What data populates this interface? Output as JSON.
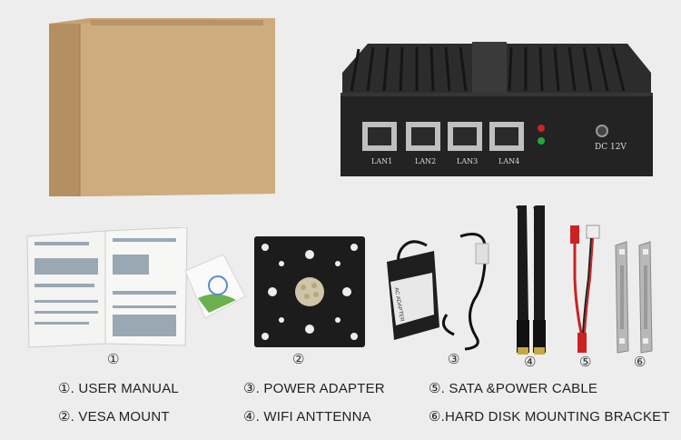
{
  "device": {
    "ports": [
      "LAN1",
      "LAN2",
      "LAN3",
      "LAN4"
    ],
    "dc_label": "DC 12V"
  },
  "items": {
    "manual_num": "①",
    "vesa_num": "②",
    "adapter_num": "③",
    "antenna_num": "④",
    "sata_num": "⑤",
    "bracket_num": "⑥"
  },
  "legend": {
    "l1": "①. USER MANUAL",
    "l2": "③. POWER ADAPTER",
    "l3": "⑤. SATA &POWER CABLE",
    "l4": "②. VESA MOUNT",
    "l5": "④. WIFI ANTTENNA",
    "l6": "⑥.HARD DISK MOUNTING BRACKET"
  },
  "adapter_label": "AC ADAPTER",
  "colors": {
    "background": "#ededed",
    "box": "#c9a679",
    "device": "#262626"
  }
}
